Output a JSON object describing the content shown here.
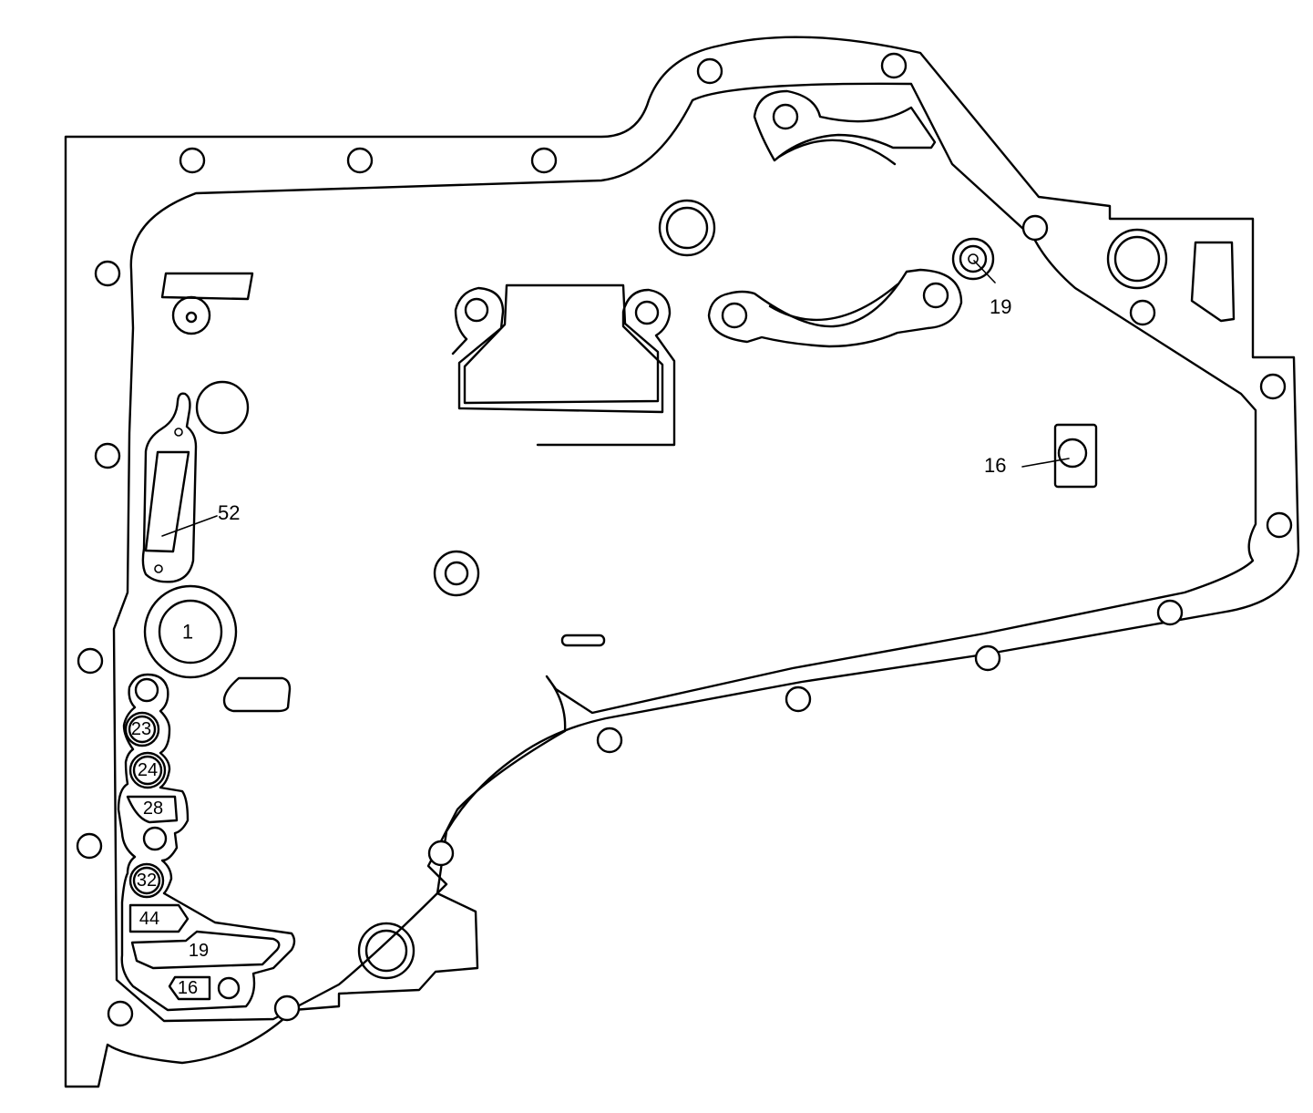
{
  "labels": {
    "l19_top": "19",
    "l16_right": "16",
    "l52": "52",
    "l1": "1",
    "l23": "23",
    "l24": "24",
    "l28": "28",
    "l32": "32",
    "l44": "44",
    "l19_bottom": "19",
    "l16_bottom": "16"
  },
  "colors": {
    "line": "#000000",
    "background": "#ffffff"
  }
}
